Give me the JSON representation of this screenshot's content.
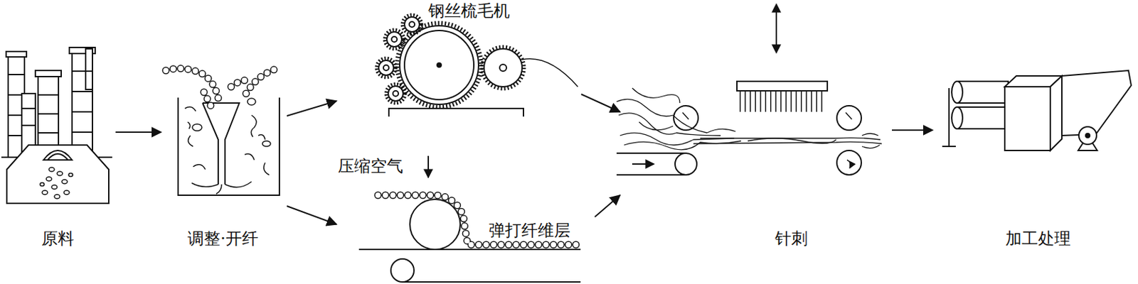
{
  "diagram": {
    "nodes": [
      {
        "text": [
          "原料"
        ]
      },
      {
        "text": [
          "调整·开纤"
        ]
      },
      {
        "text": [
          "钢丝梳毛机"
        ]
      },
      {
        "text": [
          "弹打纤维层"
        ]
      },
      {
        "text": [
          "针刺"
        ]
      },
      {
        "text": [
          "加工处理"
        ]
      }
    ],
    "edges": [
      {
        "from": 0,
        "to": 1,
        "arrow": "to"
      },
      {
        "from": 1,
        "to": 2,
        "arrow": "to"
      },
      {
        "from": 1,
        "to": 3,
        "arrow": "to"
      },
      {
        "from": 2,
        "to": 4,
        "arrow": "to"
      },
      {
        "from": 3,
        "to": 4,
        "arrow": "to"
      },
      {
        "from": 4,
        "to": 5,
        "arrow": "to"
      }
    ],
    "labels": [
      "压缩空气"
    ]
  }
}
